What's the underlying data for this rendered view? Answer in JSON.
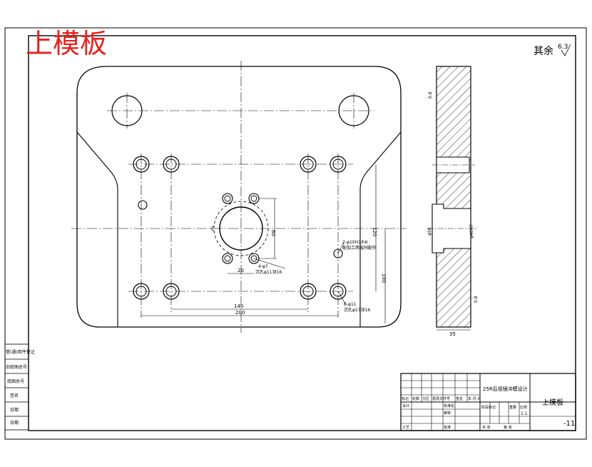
{
  "title_overlay": {
    "text": "上模板",
    "color": "#e8211d"
  },
  "surface_note": {
    "prefix": "其余",
    "roughness": "6.3"
  },
  "dimensions": {
    "d140": "140",
    "d200": "200",
    "d60": "60",
    "d120": "120",
    "d100": "100",
    "d20": "20",
    "d4_phi7": "4-φ7",
    "d4_phi7_note": "沉孔φ11深16",
    "d2_phi10": "2-φ10H7/h6",
    "d2_phi10_note": "配加工两板同配作",
    "d8_phi11": "8-φ11",
    "d8_phi11_note": "沉孔φ17深16",
    "side_phi50": "φ50",
    "side_phi40": "φ40H7",
    "side_35": "35",
    "rough_top": "0.8",
    "rough_bot": "0.8"
  },
  "left_table": {
    "rows": [
      "借(通)用件登记",
      "旧底图总号",
      "底图总号",
      "签名",
      "日期",
      "日期"
    ]
  },
  "title_block": {
    "project": "25R后视镜冲模设计",
    "part_name": "上模板",
    "drawing_no": "-11",
    "scale": "1:1",
    "labels": {
      "mark": "标记",
      "count": "处数",
      "zone": "分区",
      "doc_no": "更改文件号",
      "sign": "签名",
      "ymd": "年.月.日",
      "design": "设计",
      "standardize": "标准化",
      "check": "审核",
      "craft": "工艺",
      "approve": "批准",
      "stage_mark": "阶段标记",
      "weight": "重量",
      "ratio": "比例",
      "sheets": "共 张",
      "sheet": "第 张"
    }
  }
}
